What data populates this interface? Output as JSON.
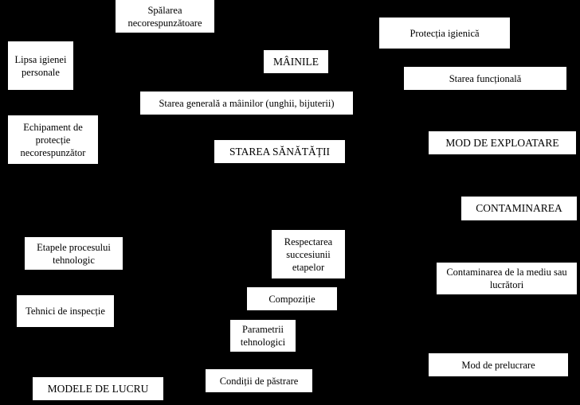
{
  "nodes": {
    "spalarea": "Spălarea necorespunzătoare",
    "lipsa_igienei": "Lipsa igienei personale",
    "mainile": "MÂINILE",
    "starea_generala": "Starea generală a mâinilor (unghii, bijuterii)",
    "echipament": "Echipament de protecție necorespunzător",
    "starea_sanatatii": "STAREA SĂNĂTĂȚII",
    "protectia_igienica": "Protecția igienică",
    "starea_functionala": "Starea funcțională",
    "mod_exploatare": "MOD DE EXPLOATARE",
    "contaminarea": "CONTAMINAREA",
    "etapele": "Etapele procesului tehnologic",
    "respectarea": "Respectarea succesiunii etapelor",
    "tehnici": "Tehnici de inspecție",
    "compozitie": "Compoziție",
    "parametrii": "Parametrii tehnologici",
    "contaminarea_mediu": "Contaminarea de la mediu sau lucrători",
    "mod_prelucrare": "Mod de prelucrare",
    "conditii": "Condiții de păstrare",
    "modele_lucru": "MODELE DE LUCRU"
  }
}
